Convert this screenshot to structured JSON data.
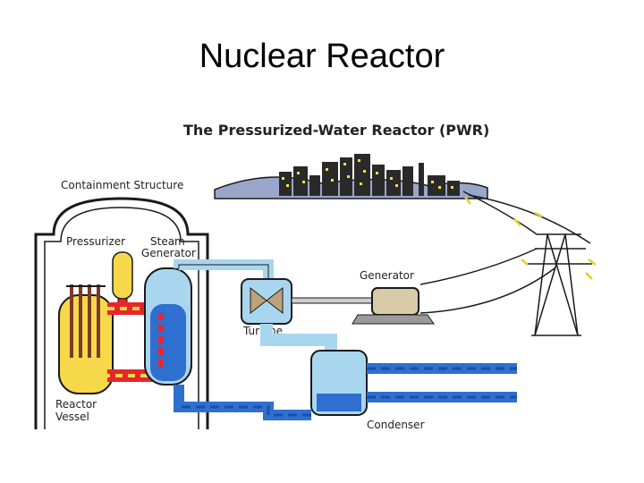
{
  "slide": {
    "title": "Nuclear Reactor"
  },
  "diagram": {
    "heading": "The Pressurized-Water Reactor (PWR)",
    "labels": {
      "containment": "Containment Structure",
      "pressurizer": "Pressurizer",
      "steam_gen_line1": "Steam",
      "steam_gen_line2": "Generator",
      "generator": "Generator",
      "turbine": "Turbine",
      "vessel_line1": "Reactor",
      "vessel_line2": "Vessel",
      "condenser": "Condenser"
    },
    "colors": {
      "hot_loop": "#e8262a",
      "hot_loop_fill": "#f6d84a",
      "cold_water": "#2f6fd0",
      "steam": "#a9d6ef",
      "outline": "#1a1a1a",
      "city_lights": "#f1e23a",
      "hills": "#9aa6c9"
    }
  }
}
